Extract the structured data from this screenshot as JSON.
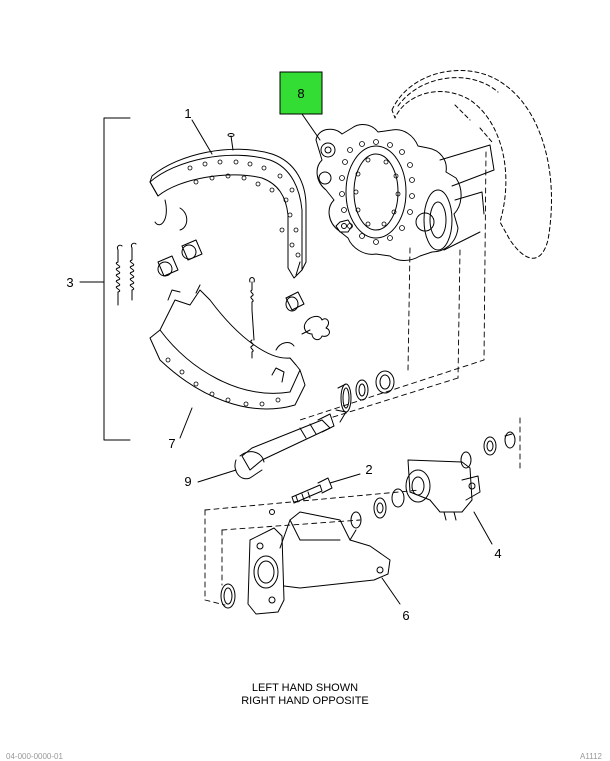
{
  "callouts": {
    "c1": "1",
    "c2": "2",
    "c3": "3",
    "c4": "4",
    "c6": "6",
    "c7": "7",
    "c8": "8",
    "c9": "9"
  },
  "highlight_color": "#33dd33",
  "caption": {
    "line1": "LEFT HAND SHOWN",
    "line2": "RIGHT HAND OPPOSITE"
  },
  "footer": {
    "left": "04-000-0000-01",
    "right": "A1112"
  }
}
